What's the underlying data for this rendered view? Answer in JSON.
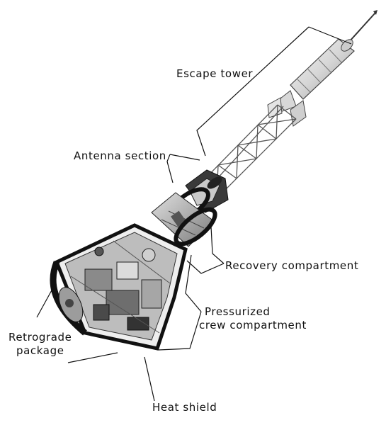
{
  "labels": {
    "escape_tower": "Escape tower",
    "antenna_section": "Antenna section",
    "recovery_compartment": "Recovery compartment",
    "pressurized_line1": "Pressurized",
    "pressurized_line2": "crew compartment",
    "retrograde_line1": "Retrograde",
    "retrograde_line2": "package",
    "heat_shield": "Heat shield"
  }
}
